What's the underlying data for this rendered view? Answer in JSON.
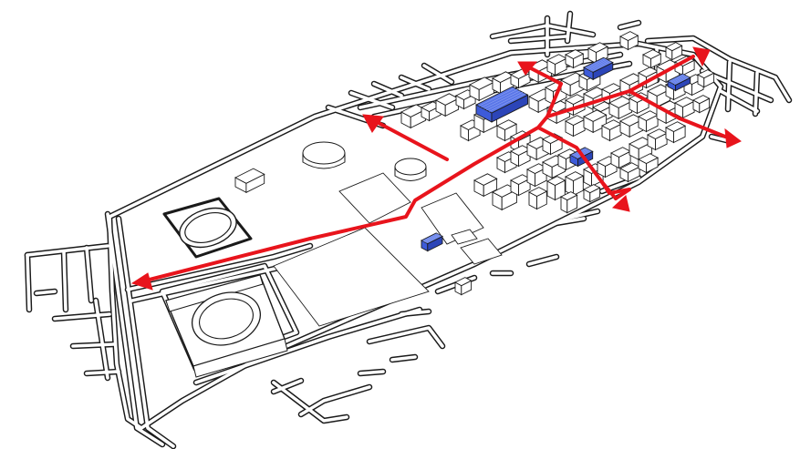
{
  "colors": {
    "background": "#ffffff",
    "outline": "#1a1a1a",
    "route": "#e8141c",
    "building": "#ffffff",
    "highlight_building": "#3d5bd9"
  },
  "map": {
    "campus_outline": "campus-boundary",
    "stadium_count": 1,
    "track_count": 1,
    "routes": [
      {
        "id": "route-west"
      },
      {
        "id": "route-northwest"
      },
      {
        "id": "route-north"
      },
      {
        "id": "route-northeast"
      },
      {
        "id": "route-east"
      },
      {
        "id": "route-southeast"
      }
    ],
    "highlighted_buildings": 5
  }
}
